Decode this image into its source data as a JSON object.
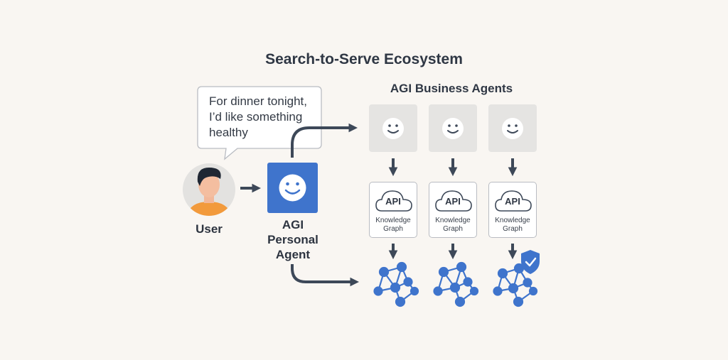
{
  "diagram": {
    "title": "Search-to-Serve Ecosystem",
    "business_agents_heading": "AGI Business Agents",
    "speech_bubble": {
      "lines": [
        "For dinner tonight,",
        "I’d like something",
        "healthy"
      ]
    },
    "user": {
      "label": "User",
      "icon": "person-avatar-icon"
    },
    "personal_agent": {
      "label_lines": [
        "AGI",
        "Personal",
        "Agent"
      ],
      "icon": "smiley-face-icon"
    },
    "business_agents": [
      {
        "api_label": "API",
        "kg_lines": [
          "Knowledge",
          "Graph"
        ],
        "verified": false
      },
      {
        "api_label": "API",
        "kg_lines": [
          "Knowledge",
          "Graph"
        ],
        "verified": false
      },
      {
        "api_label": "API",
        "kg_lines": [
          "Knowledge",
          "Graph"
        ],
        "verified": true
      }
    ],
    "colors": {
      "background": "#f9f6f2",
      "accent_blue": "#3f74cc",
      "arrow": "#3d4858",
      "card_gray": "#e5e4e2",
      "user_shirt": "#f29a3c"
    }
  }
}
